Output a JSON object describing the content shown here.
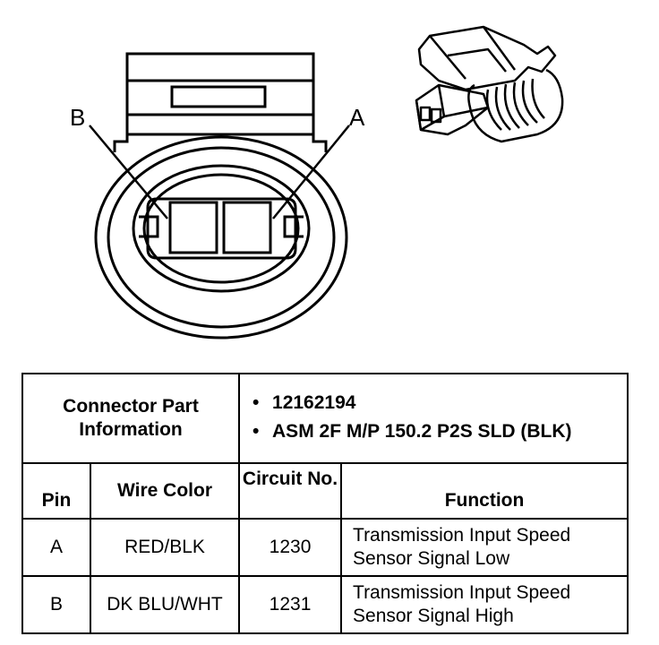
{
  "diagram": {
    "pin_labels": {
      "b": "B",
      "a": "A"
    }
  },
  "table": {
    "part_info_label": "Connector Part Information",
    "part_info_items": [
      "12162194",
      "ASM 2F M/P 150.2 P2S SLD (BLK)"
    ],
    "columns": {
      "pin": "Pin",
      "wire_color": "Wire Color",
      "circuit_no": "Circuit No.",
      "function": "Function"
    },
    "rows": [
      {
        "pin": "A",
        "wire_color": "RED/BLK",
        "circuit_no": "1230",
        "function": "Transmission Input Speed Sensor Signal Low"
      },
      {
        "pin": "B",
        "wire_color": "DK BLU/WHT",
        "circuit_no": "1231",
        "function": "Transmission Input Speed Sensor Signal High"
      }
    ]
  }
}
